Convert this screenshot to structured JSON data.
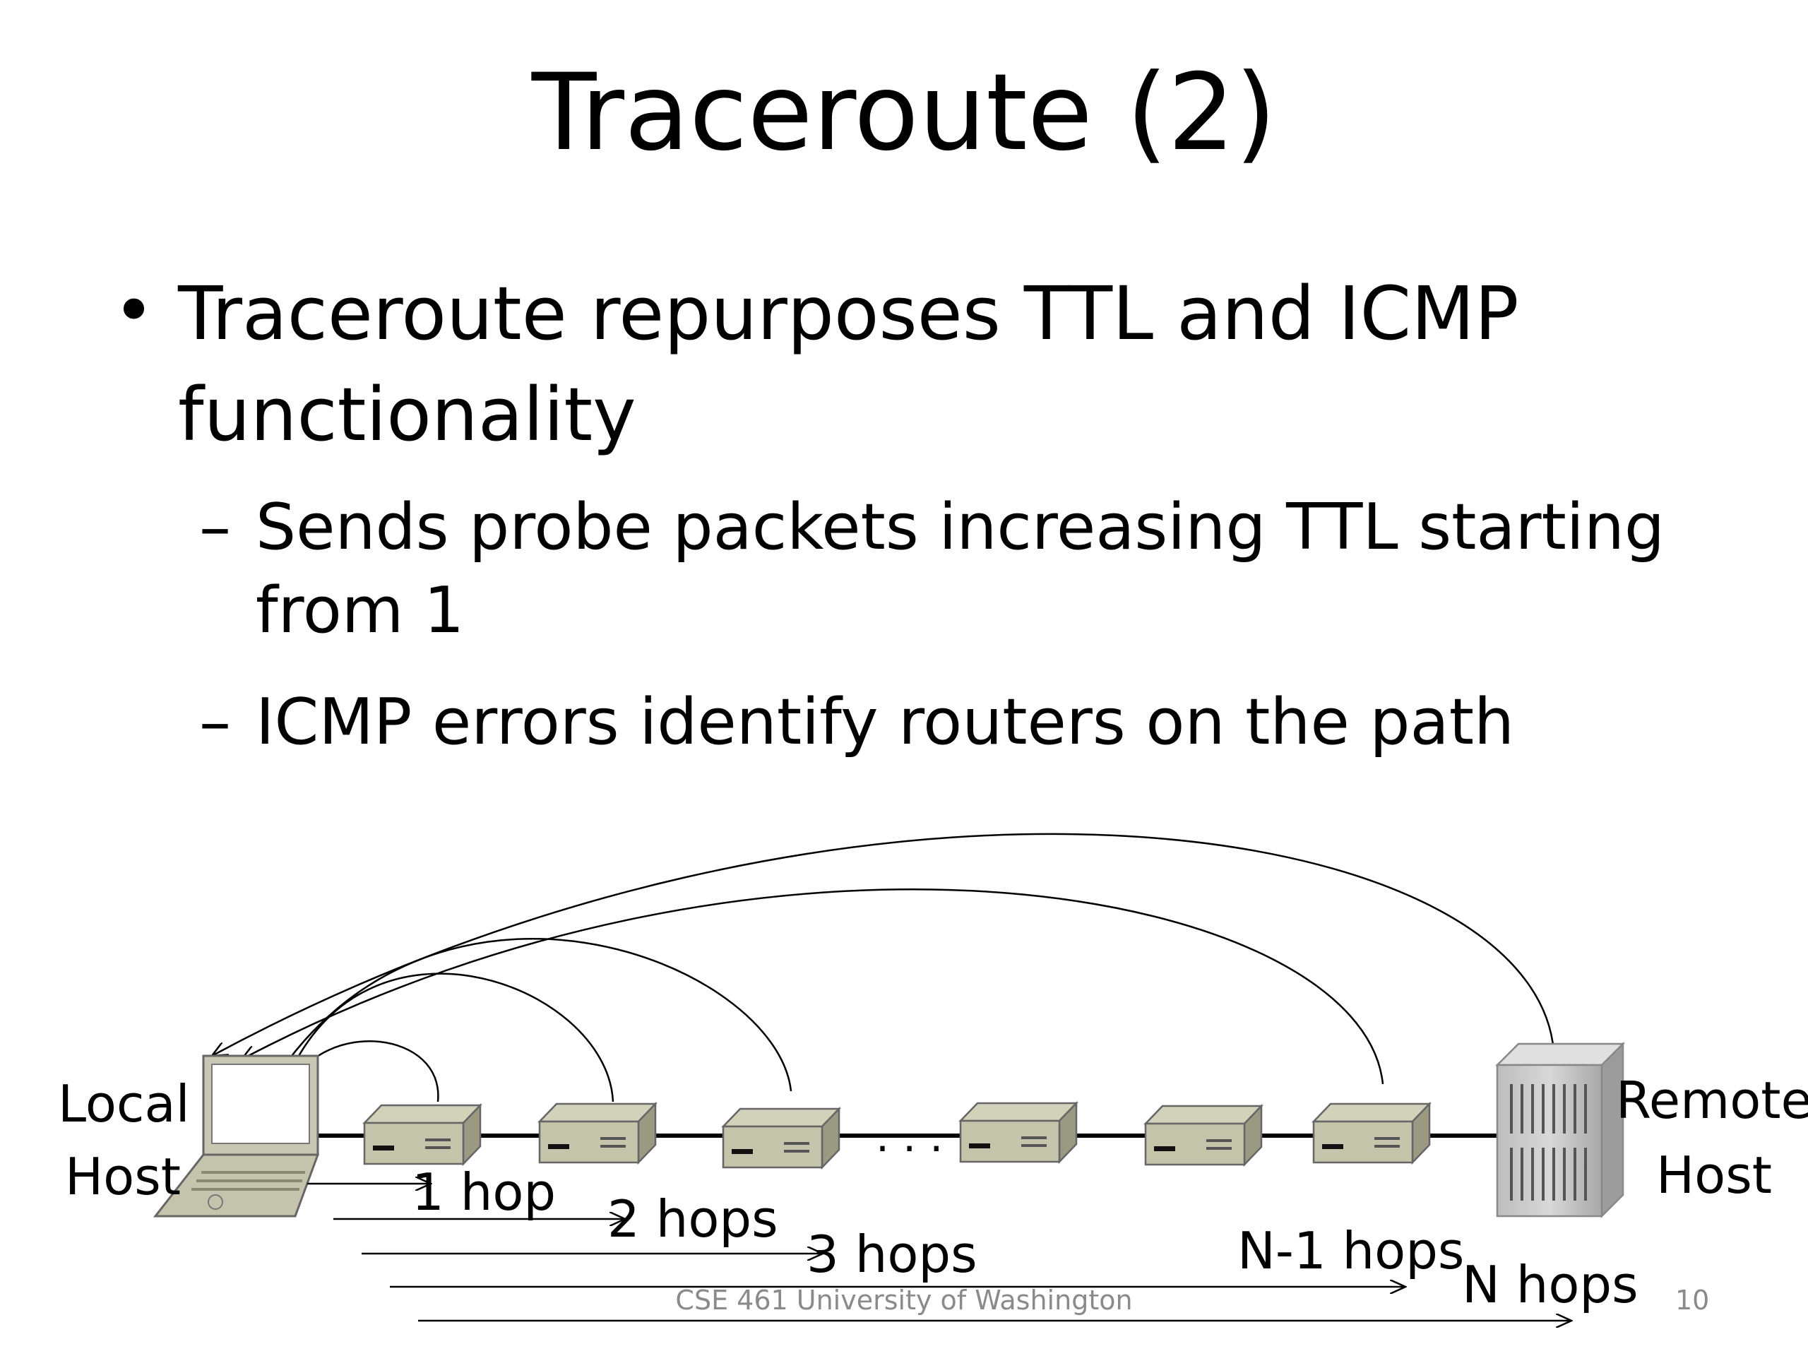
{
  "slide": {
    "title": "Traceroute (2)",
    "bullet_marker": "•",
    "bullet_line1": "Traceroute repurposes TTL and ICMP",
    "bullet_line2": "functionality",
    "sub_marker": "–",
    "sub1_line1": "Sends probe packets increasing TTL starting",
    "sub1_line2": "from 1",
    "sub2_line1": "ICMP errors identify routers on the path"
  },
  "diagram": {
    "local_host_line1": "Local",
    "local_host_line2": "Host",
    "remote_host_line1": "Remote",
    "remote_host_line2": "Host",
    "ellipsis": ". . .",
    "hops": [
      "1 hop",
      "2 hops",
      "3 hops",
      "N-1 hops",
      "N hops"
    ]
  },
  "footer": {
    "text": "CSE 461 University of Washington",
    "page_number": "10"
  }
}
